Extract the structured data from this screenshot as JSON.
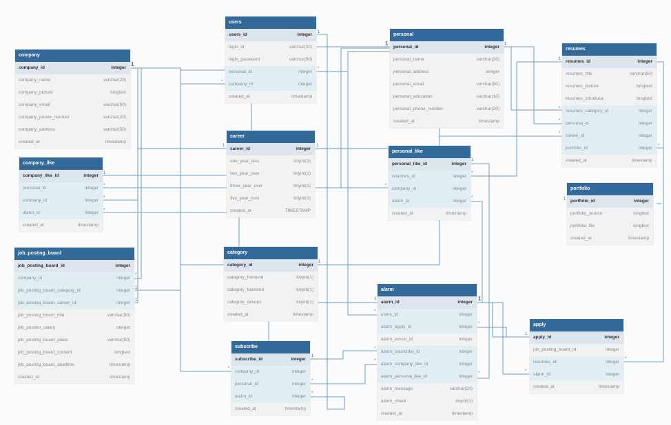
{
  "tables": [
    {
      "name": "users",
      "columns": [
        {
          "name": "users_id",
          "type": "integer",
          "key": "pk"
        },
        {
          "name": "login_id",
          "type": "varchar(20)"
        },
        {
          "name": "login_password",
          "type": "varchar(50)"
        },
        {
          "name": "personal_id",
          "type": "integer",
          "key": "fk"
        },
        {
          "name": "company_id",
          "type": "integer",
          "key": "fk"
        },
        {
          "name": "created_at",
          "type": "timestamp"
        }
      ]
    },
    {
      "name": "personal",
      "columns": [
        {
          "name": "personal_id",
          "type": "integer",
          "key": "pk"
        },
        {
          "name": "personal_name",
          "type": "varchar(20)"
        },
        {
          "name": "personal_address",
          "type": "integer"
        },
        {
          "name": "personal_email",
          "type": "varchar(50)"
        },
        {
          "name": "personal_education",
          "type": "varchar(10)"
        },
        {
          "name": "personal_phone_number",
          "type": "varchar(20)"
        },
        {
          "name": "created_at",
          "type": "timestamp"
        }
      ]
    },
    {
      "name": "resumes",
      "columns": [
        {
          "name": "resumes_id",
          "type": "integer",
          "key": "pk"
        },
        {
          "name": "resumes_title",
          "type": "varchar(50)"
        },
        {
          "name": "resumes_picture",
          "type": "longtext"
        },
        {
          "name": "resumes_introduce",
          "type": "longtext"
        },
        {
          "name": "resumes_category_id",
          "type": "integer",
          "key": "fk"
        },
        {
          "name": "personal_id",
          "type": "integer",
          "key": "fk"
        },
        {
          "name": "career_id",
          "type": "integer",
          "key": "fk"
        },
        {
          "name": "portfolio_id",
          "type": "integer",
          "key": "fk"
        },
        {
          "name": "created_at",
          "type": "timestamp"
        }
      ]
    },
    {
      "name": "company",
      "columns": [
        {
          "name": "company_id",
          "type": "integer",
          "key": "pk"
        },
        {
          "name": "company_name",
          "type": "varchar(20)"
        },
        {
          "name": "company_picture",
          "type": "longtext"
        },
        {
          "name": "company_email",
          "type": "varchar(50)"
        },
        {
          "name": "company_phone_number",
          "type": "varchar(20)"
        },
        {
          "name": "company_address",
          "type": "varchar(50)"
        },
        {
          "name": "created_at",
          "type": "timestamp"
        }
      ]
    },
    {
      "name": "career",
      "columns": [
        {
          "name": "career_id",
          "type": "integer",
          "key": "pk"
        },
        {
          "name": "one_year_less",
          "type": "tinyint(1)"
        },
        {
          "name": "two_year_over",
          "type": "tinyint(1)"
        },
        {
          "name": "three_year_over",
          "type": "tinyint(1)"
        },
        {
          "name": "five_year_over",
          "type": "tinyint(1)"
        },
        {
          "name": "created_at",
          "type": "TIMESTAMP"
        }
      ]
    },
    {
      "name": "personal_like",
      "columns": [
        {
          "name": "personal_like_id",
          "type": "integer",
          "key": "pk"
        },
        {
          "name": "resumes_id",
          "type": "integer",
          "key": "fk"
        },
        {
          "name": "company_id",
          "type": "integer",
          "key": "fk"
        },
        {
          "name": "alarm_id",
          "type": "integer",
          "key": "fk"
        },
        {
          "name": "created_at",
          "type": "timestamp"
        }
      ]
    },
    {
      "name": "company_like",
      "columns": [
        {
          "name": "company_like_id",
          "type": "integer",
          "key": "pk"
        },
        {
          "name": "personal_id",
          "type": "integer",
          "key": "fk"
        },
        {
          "name": "company_id",
          "type": "integer",
          "key": "fk"
        },
        {
          "name": "alarm_id",
          "type": "integer",
          "key": "fk"
        },
        {
          "name": "created_at",
          "type": "timestamp"
        }
      ]
    },
    {
      "name": "portfolio",
      "columns": [
        {
          "name": "portfolio_id",
          "type": "integer",
          "key": "pk"
        },
        {
          "name": "portfolio_source",
          "type": "longtext"
        },
        {
          "name": "portfolio_file",
          "type": "longtext"
        },
        {
          "name": "created_at",
          "type": "timestamp"
        }
      ]
    },
    {
      "name": "job_posting_board",
      "columns": [
        {
          "name": "job_posting_board_id",
          "type": "integer",
          "key": "pk"
        },
        {
          "name": "company_id",
          "type": "integer",
          "key": "fk"
        },
        {
          "name": "job_posting_board_category_id",
          "type": "integer",
          "key": "fk"
        },
        {
          "name": "job_posting_board_career_id",
          "type": "integer",
          "key": "fk"
        },
        {
          "name": "job_posting_board_title",
          "type": "varchar(50)"
        },
        {
          "name": "job_postion_salary",
          "type": "integer"
        },
        {
          "name": "job_posting_board_place",
          "type": "varchar(50)"
        },
        {
          "name": "job_posting_board_content",
          "type": "longtext"
        },
        {
          "name": "job_posting_board_deadline",
          "type": "timestamp"
        },
        {
          "name": "created_at",
          "type": "timestamp"
        }
      ]
    },
    {
      "name": "category",
      "columns": [
        {
          "name": "category_id",
          "type": "integer",
          "key": "pk"
        },
        {
          "name": "category_frontend",
          "type": "tinyint(1)"
        },
        {
          "name": "category_backend",
          "type": "tinyint(1)"
        },
        {
          "name": "category_devops",
          "type": "tinyint(1)"
        },
        {
          "name": "created_at",
          "type": "timestamp"
        }
      ]
    },
    {
      "name": "alarm",
      "columns": [
        {
          "name": "alarm_id",
          "type": "integer",
          "key": "pk"
        },
        {
          "name": "users_id",
          "type": "integer",
          "key": "fk"
        },
        {
          "name": "alarm_apply_id",
          "type": "integer",
          "key": "fk"
        },
        {
          "name": "alarm_incruit_id",
          "type": "integer"
        },
        {
          "name": "alarm_subscribe_id",
          "type": "integer",
          "key": "fk"
        },
        {
          "name": "alarm_company_like_id",
          "type": "integer",
          "key": "fk"
        },
        {
          "name": "alarm_personal_like_id",
          "type": "integer",
          "key": "fk"
        },
        {
          "name": "alarm_message",
          "type": "varchar(20)"
        },
        {
          "name": "alarm_check",
          "type": "tinyint(1)"
        },
        {
          "name": "created_at",
          "type": "timestamp"
        }
      ]
    },
    {
      "name": "apply",
      "columns": [
        {
          "name": "apply_id",
          "type": "integer",
          "key": "pk"
        },
        {
          "name": "job_posting_board_id",
          "type": "integer"
        },
        {
          "name": "resumes_id",
          "type": "integer",
          "key": "fk"
        },
        {
          "name": "alarm_id",
          "type": "integer",
          "key": "fk"
        },
        {
          "name": "created_at",
          "type": "timestamp"
        }
      ]
    },
    {
      "name": "subscribe",
      "columns": [
        {
          "name": "subscribe_id",
          "type": "integer",
          "key": "pk"
        },
        {
          "name": "company_id",
          "type": "integer",
          "key": "fk"
        },
        {
          "name": "personal_id",
          "type": "integer",
          "key": "fk"
        },
        {
          "name": "alarm_id",
          "type": "integer",
          "key": "fk"
        },
        {
          "name": "created_at",
          "type": "timestamp"
        }
      ]
    }
  ],
  "colors": {
    "header": "#336a9a",
    "pk_row": "#dde6ee",
    "fk_row": "#e1eef4",
    "body": "#f2f2f2",
    "connector": "#6e9cc6"
  },
  "markers": {
    "one": "1",
    "many": "*"
  }
}
